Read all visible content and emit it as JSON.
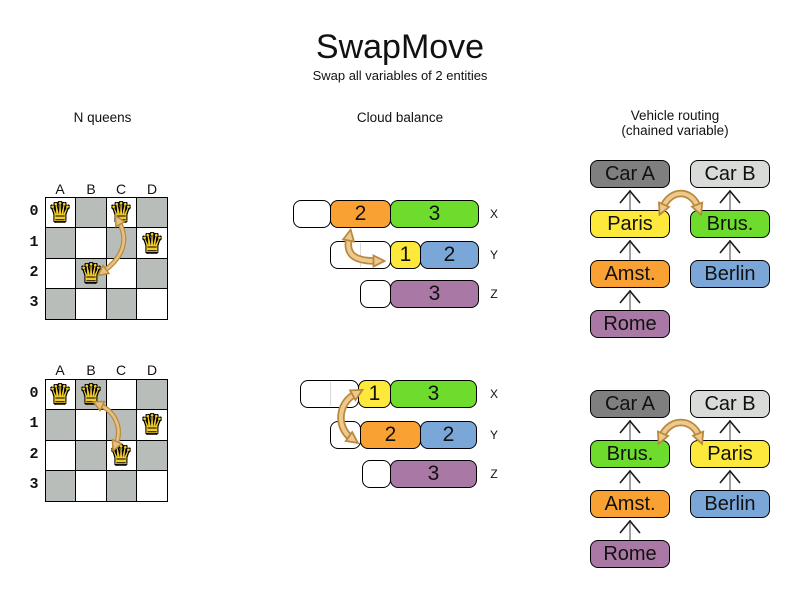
{
  "title": "SwapMove",
  "subtitle": "Swap all variables of 2 entities",
  "sections": {
    "nqueens_heading": "N queens",
    "cloud_heading": "Cloud balance",
    "vehicle_heading_line1": "Vehicle routing",
    "vehicle_heading_line2": "(chained variable)"
  },
  "nqueens": {
    "queen_glyph": "♛",
    "col_labels": [
      "A",
      "B",
      "C",
      "D"
    ],
    "row_labels": [
      "0",
      "1",
      "2",
      "3"
    ],
    "before": {
      "queen_cells": [
        "A0",
        "C0",
        "D1",
        "B2"
      ],
      "swapped_cells": [
        "C0",
        "B2"
      ]
    },
    "after": {
      "queen_cells": [
        "A0",
        "B0",
        "D1",
        "C2"
      ],
      "swapped_cells": [
        "B0",
        "C2"
      ]
    }
  },
  "cloud": {
    "row_labels": [
      "X",
      "Y",
      "Z"
    ],
    "before": {
      "x": [
        "2",
        "3"
      ],
      "y": [
        "1",
        "2"
      ],
      "z": [
        "3"
      ]
    },
    "after": {
      "x": [
        "1",
        "3"
      ],
      "y": [
        "2",
        "2"
      ],
      "z": [
        "3"
      ]
    }
  },
  "vehicle": {
    "before": {
      "left": [
        "Car A",
        "Paris",
        "Amst.",
        "Rome"
      ],
      "right": [
        "Car B",
        "Brus.",
        "Berlin"
      ]
    },
    "after": {
      "left": [
        "Car A",
        "Brus.",
        "Amst.",
        "Rome"
      ],
      "right": [
        "Car B",
        "Paris",
        "Berlin"
      ]
    }
  },
  "colors": {
    "orange": "#f9a233",
    "green": "#6edc2d",
    "yellow": "#fde93c",
    "blue": "#7aa7d8",
    "purple": "#aa78a5",
    "car_a_gray": "#7f7f7f",
    "car_b_gray": "#d8dbd8",
    "board_dark_square": "#b9bdb9",
    "queen_gold": "#f2cc2b",
    "swap_arrow_fill": "#eec98f",
    "swap_arrow_border": "#b9893c"
  }
}
